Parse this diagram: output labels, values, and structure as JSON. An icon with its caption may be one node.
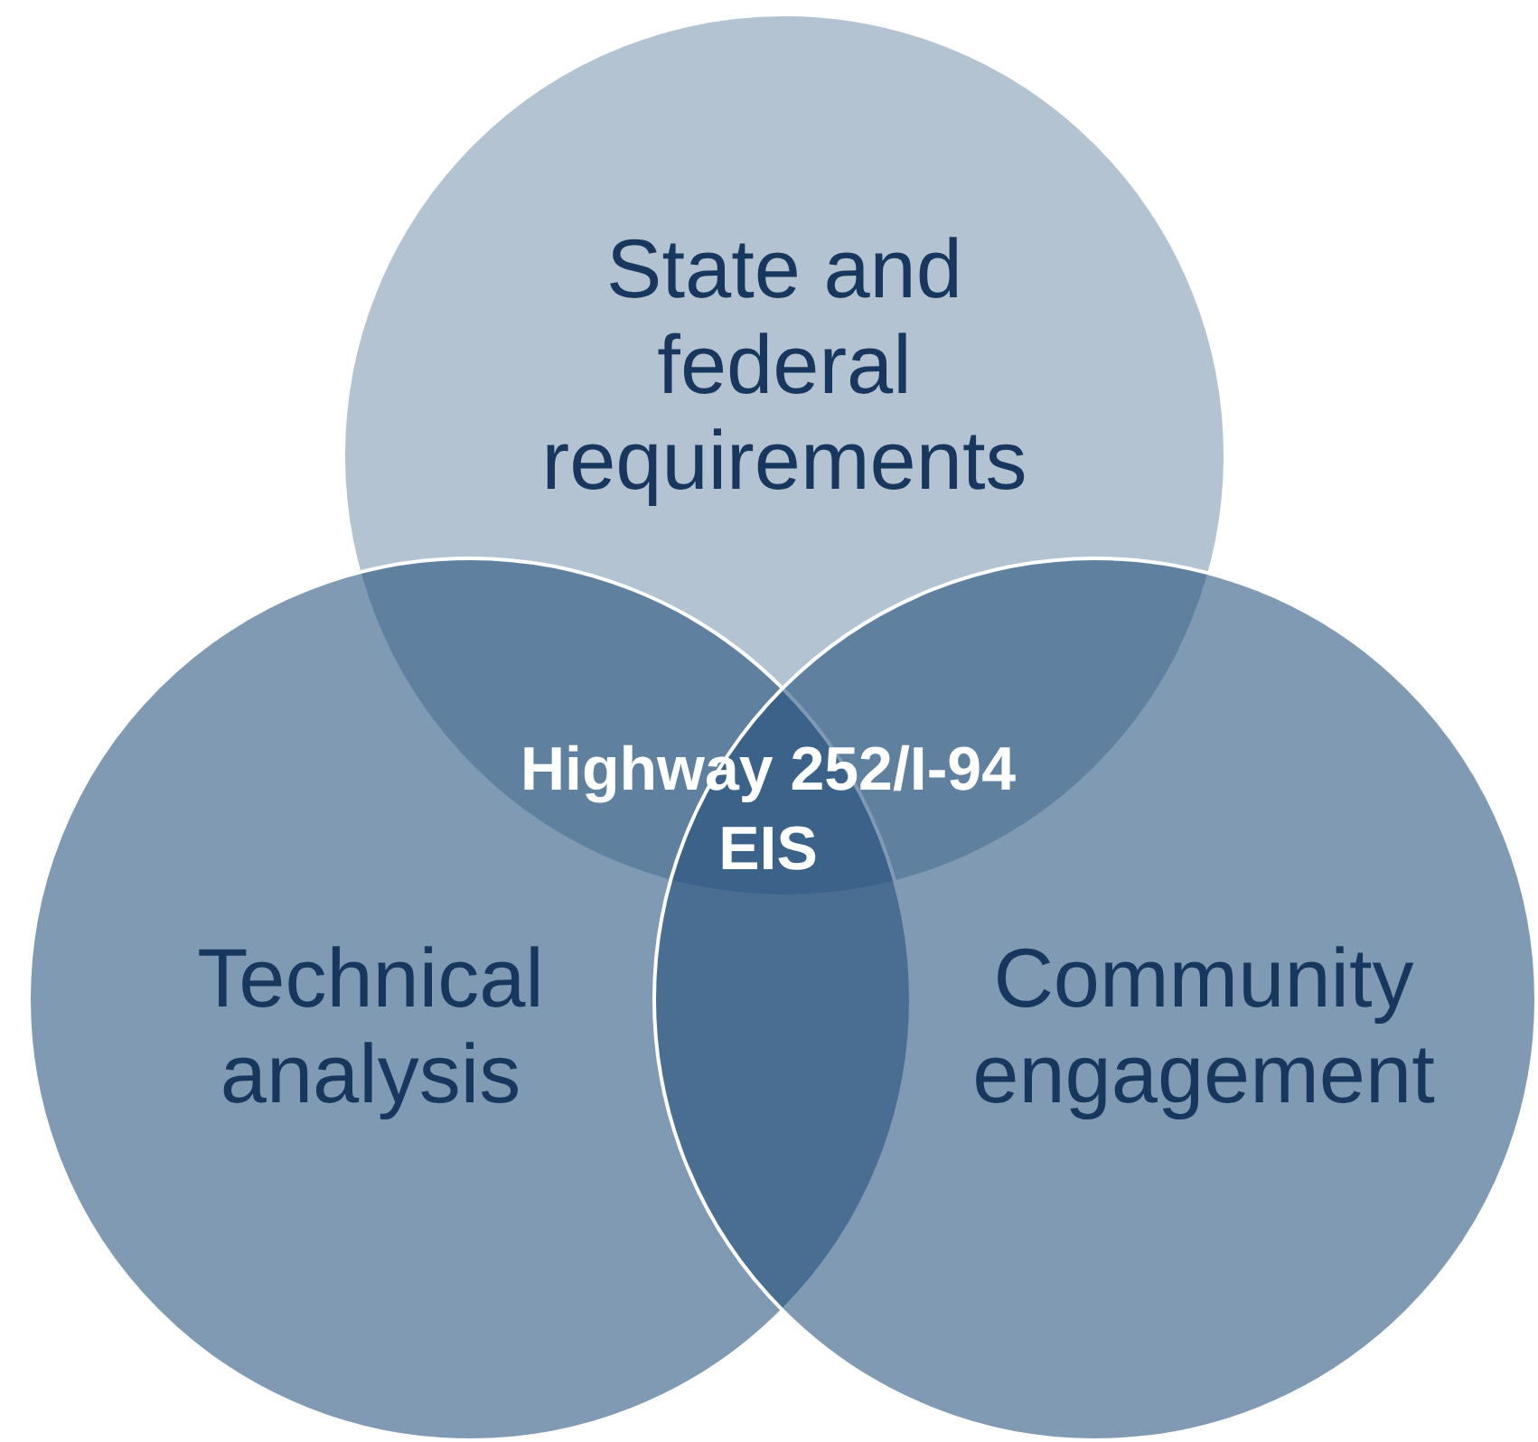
{
  "diagram": {
    "nodes": [
      {
        "text": [
          "State and federal requirements"
        ]
      },
      {
        "text": [
          "Technical analysis"
        ]
      },
      {
        "text": [
          "Community engagement"
        ]
      }
    ],
    "labels": [
      "Highway 252/I-94 EIS"
    ]
  }
}
